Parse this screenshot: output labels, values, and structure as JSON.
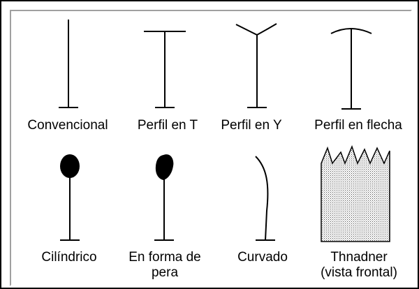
{
  "figures": [
    {
      "id": "convencional",
      "label": "Convencional",
      "icon": "conventional-post-icon"
    },
    {
      "id": "perfil-t",
      "label": "Perfil en T",
      "icon": "t-profile-post-icon"
    },
    {
      "id": "perfil-y",
      "label": "Perfil en Y",
      "icon": "y-profile-post-icon"
    },
    {
      "id": "perfil-flecha",
      "label": "Perfil en flecha",
      "icon": "arrow-profile-post-icon"
    },
    {
      "id": "cilindrico",
      "label": "Cilíndrico",
      "icon": "cylindrical-post-icon"
    },
    {
      "id": "pera",
      "label": "En forma de\npera",
      "icon": "pear-shaped-post-icon"
    },
    {
      "id": "curvado",
      "label": "Curvado",
      "icon": "curved-post-icon"
    },
    {
      "id": "thnadner",
      "label": "Thnadner\n(vista frontal)",
      "icon": "thnadner-front-view-icon"
    }
  ],
  "colors": {
    "stroke": "#000000",
    "background": "#ffffff",
    "stipple": "#9a9a9a"
  }
}
